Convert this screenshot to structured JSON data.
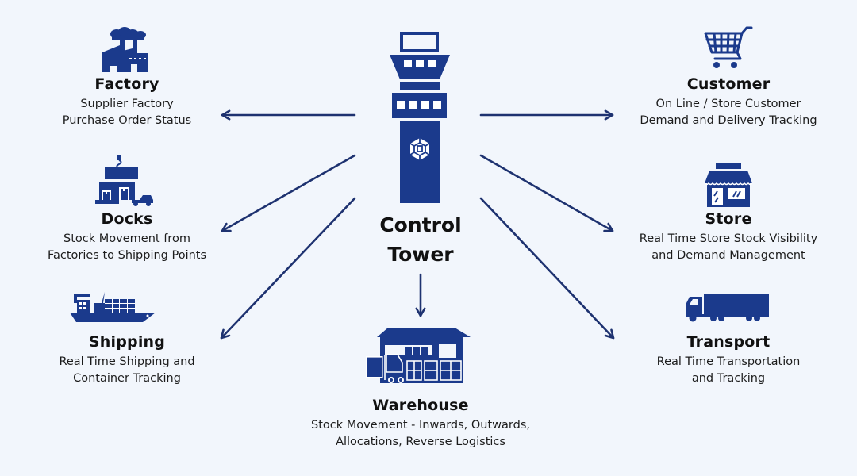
{
  "colors": {
    "background": "#f2f6fc",
    "icon": "#1b3a8c",
    "arrow": "#1e3270",
    "text": "#111111"
  },
  "center": {
    "title_line1": "Control",
    "title_line2": "Tower",
    "icon": "control-tower-icon"
  },
  "nodes": {
    "factory": {
      "icon": "factory-icon",
      "title": "Factory",
      "desc_line1": "Supplier Factory",
      "desc_line2": "Purchase Order Status"
    },
    "docks": {
      "icon": "docks-icon",
      "title": "Docks",
      "desc_line1": "Stock Movement from",
      "desc_line2": "Factories to Shipping Points"
    },
    "shipping": {
      "icon": "cargo-ship-icon",
      "title": "Shipping",
      "desc_line1": "Real Time Shipping and",
      "desc_line2": "Container Tracking"
    },
    "customer": {
      "icon": "shopping-cart-icon",
      "title": "Customer",
      "desc_line1": "On Line / Store Customer",
      "desc_line2": "Demand and Delivery Tracking"
    },
    "store": {
      "icon": "storefront-icon",
      "title": "Store",
      "desc_line1": "Real Time Store Stock Visibility",
      "desc_line2": "and Demand Management"
    },
    "transport": {
      "icon": "truck-icon",
      "title": "Transport",
      "desc_line1": "Real Time Transportation",
      "desc_line2": "and Tracking"
    },
    "warehouse": {
      "icon": "warehouse-icon",
      "title": "Warehouse",
      "desc_line1": "Stock Movement - Inwards, Outwards,",
      "desc_line2": "Allocations, Reverse Logistics"
    }
  },
  "connections": [
    {
      "from": "control-tower",
      "to": "factory"
    },
    {
      "from": "control-tower",
      "to": "docks"
    },
    {
      "from": "control-tower",
      "to": "shipping"
    },
    {
      "from": "control-tower",
      "to": "customer"
    },
    {
      "from": "control-tower",
      "to": "store"
    },
    {
      "from": "control-tower",
      "to": "transport"
    },
    {
      "from": "control-tower",
      "to": "warehouse"
    }
  ]
}
